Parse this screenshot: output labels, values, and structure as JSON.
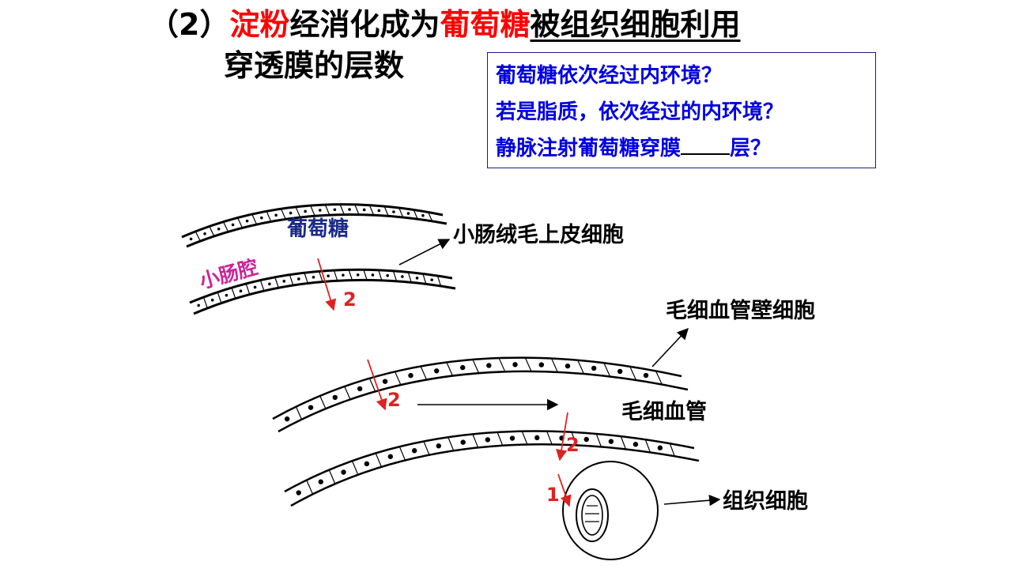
{
  "title": {
    "prefix": "（2）",
    "starch": "淀粉",
    "middle": "经消化成为",
    "glucose": "葡萄糖",
    "suffix": "被组织细胞利用"
  },
  "subtitle": "穿透膜的层数",
  "questions": {
    "q1": "葡萄糖依次经过内环境？",
    "q2": "若是脂质，依次经过的内环境？",
    "q3_before": "静脉注射葡萄糖穿膜",
    "q3_after": "层？"
  },
  "diagram": {
    "lumen_label": "小肠腔",
    "glucose_label": "葡萄糖",
    "villus_cell_label": "小肠绒毛上皮细胞",
    "capillary_wall_label": "毛细血管壁细胞",
    "capillary_label": "毛细血管",
    "tissue_cell_label": "组织细胞",
    "layers_villus": "2",
    "layers_capillary_in": "2",
    "layers_capillary_out": "2",
    "layers_tissue": "1"
  },
  "colors": {
    "highlight_red": "#ff0000",
    "question_blue": "#0000e0",
    "lumen_magenta": "#cc2299",
    "glucose_navy": "#1a2a8a",
    "arrow_red": "#dd2222"
  }
}
